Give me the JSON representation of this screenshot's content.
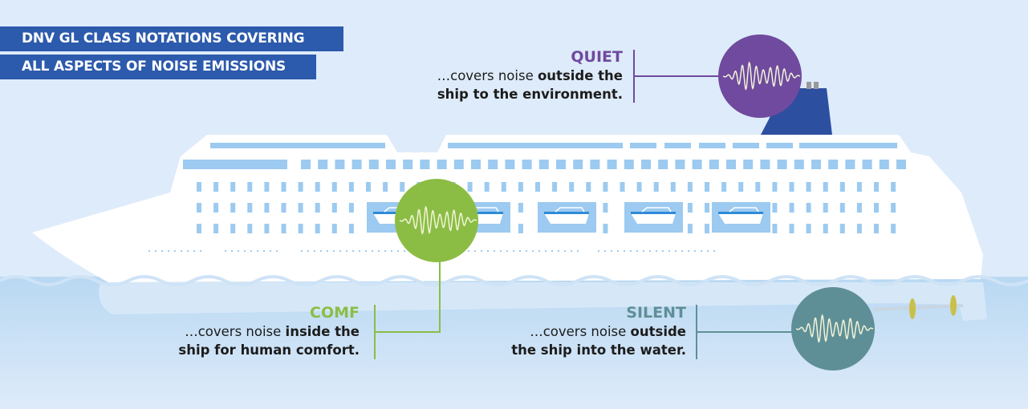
{
  "header": {
    "line1": "DNV GL CLASS NOTATIONS COVERING",
    "line2": "ALL ASPECTS OF NOISE EMISSIONS"
  },
  "notations": {
    "quiet": {
      "title": "QUIET",
      "pre": "…covers noise ",
      "bold": "outside the",
      "line2": "ship to the environment.",
      "color": "#6f4a9e"
    },
    "comf": {
      "title": "COMF",
      "pre": "…covers noise ",
      "bold": "inside the",
      "line2": "ship for human comfort.",
      "color": "#8bbd45"
    },
    "silent": {
      "title": "SILENT",
      "pre": "…covers noise ",
      "bold": "outside",
      "line2": "the ship into the water.",
      "color": "#5f8f96"
    }
  },
  "colors": {
    "background": "#deebfa",
    "header": "#2c5aac",
    "window": "#9ccaf0",
    "funnel": "#2d4fa0",
    "propeller": "#c8c04a"
  },
  "icons": [
    "sound-wave-icon",
    "ship-icon",
    "lifeboat-icon",
    "propeller-icon"
  ]
}
